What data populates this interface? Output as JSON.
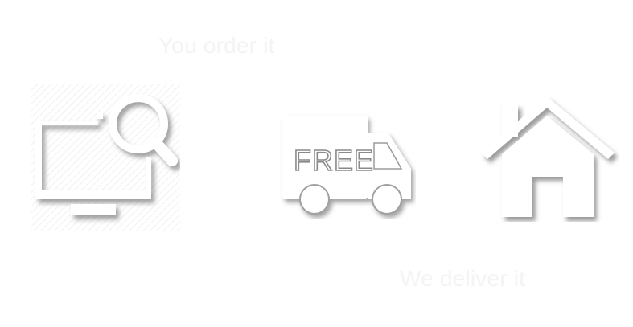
{
  "captions": {
    "order": "You order it",
    "deliver": "We deliver it"
  },
  "truck_label": "FREE",
  "icons": [
    "monitor-search-icon",
    "delivery-truck-icon",
    "home-icon"
  ],
  "colors": {
    "background": "#ffffff",
    "icon_fill": "#ffffff",
    "shadow": "#777777",
    "caption": "#f4f4f4"
  }
}
